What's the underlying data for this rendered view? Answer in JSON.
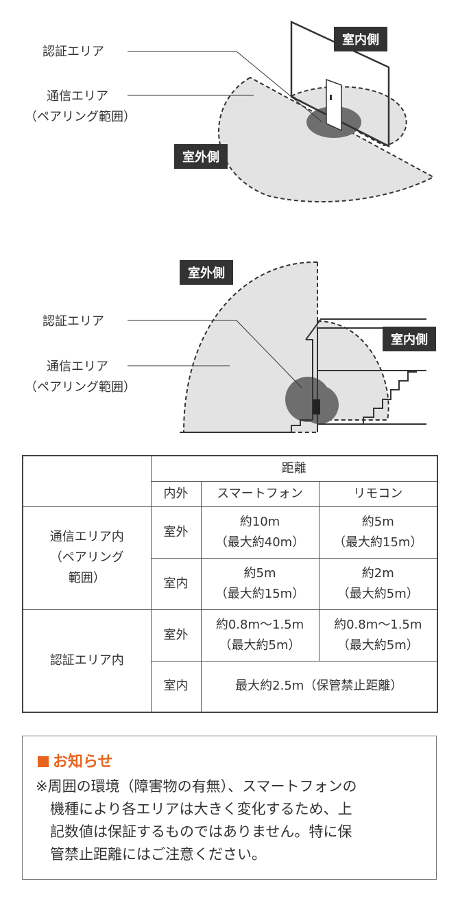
{
  "diagram_top": {
    "auth_area_label": "認証エリア",
    "comm_area_label": "通信エリア",
    "pairing_range_label": "（ペアリング範囲）",
    "indoor_tag": "室内側",
    "outdoor_tag": "室外側"
  },
  "diagram_bottom": {
    "auth_area_label": "認証エリア",
    "comm_area_label": "通信エリア",
    "pairing_range_label": "（ペアリング範囲）",
    "indoor_tag": "室内側",
    "outdoor_tag": "室外側"
  },
  "table": {
    "header_distance": "距離",
    "col_inout": "内外",
    "col_smartphone": "スマートフォン",
    "col_remote": "リモコン",
    "group_comm": {
      "line1": "通信エリア内",
      "line2": "（ペアリング",
      "line3": "範囲）",
      "rows": [
        {
          "place": "室外",
          "phone_main": "約10m",
          "phone_max": "（最大約40m）",
          "remote_main": "約5m",
          "remote_max": "（最大約15m）"
        },
        {
          "place": "室内",
          "phone_main": "約5m",
          "phone_max": "（最大約15m）",
          "remote_main": "約2m",
          "remote_max": "（最大約5m）"
        }
      ]
    },
    "group_auth": {
      "label": "認証エリア内",
      "rows": [
        {
          "place": "室外",
          "phone_main": "約0.8m～1.5m",
          "phone_max": "（最大約5m）",
          "remote_main": "約0.8m～1.5m",
          "remote_max": "（最大約5m）"
        },
        {
          "place": "室内",
          "merged": "最大約2.5m（保管禁止距離）"
        }
      ]
    }
  },
  "notice": {
    "title": "お知らせ",
    "body": "※周囲の環境（障害物の有無）、スマートフォンの\n　機種により各エリアは大きく変化するため、上\n　記数値は保証するものではありません。特に保\n　管禁止距離にはご注意ください。"
  },
  "colors": {
    "comm_area_fill": "#e3e3e3",
    "auth_area_fill": "#6e6e6e",
    "tag_bg": "#333333",
    "notice_accent": "#e8641e"
  }
}
